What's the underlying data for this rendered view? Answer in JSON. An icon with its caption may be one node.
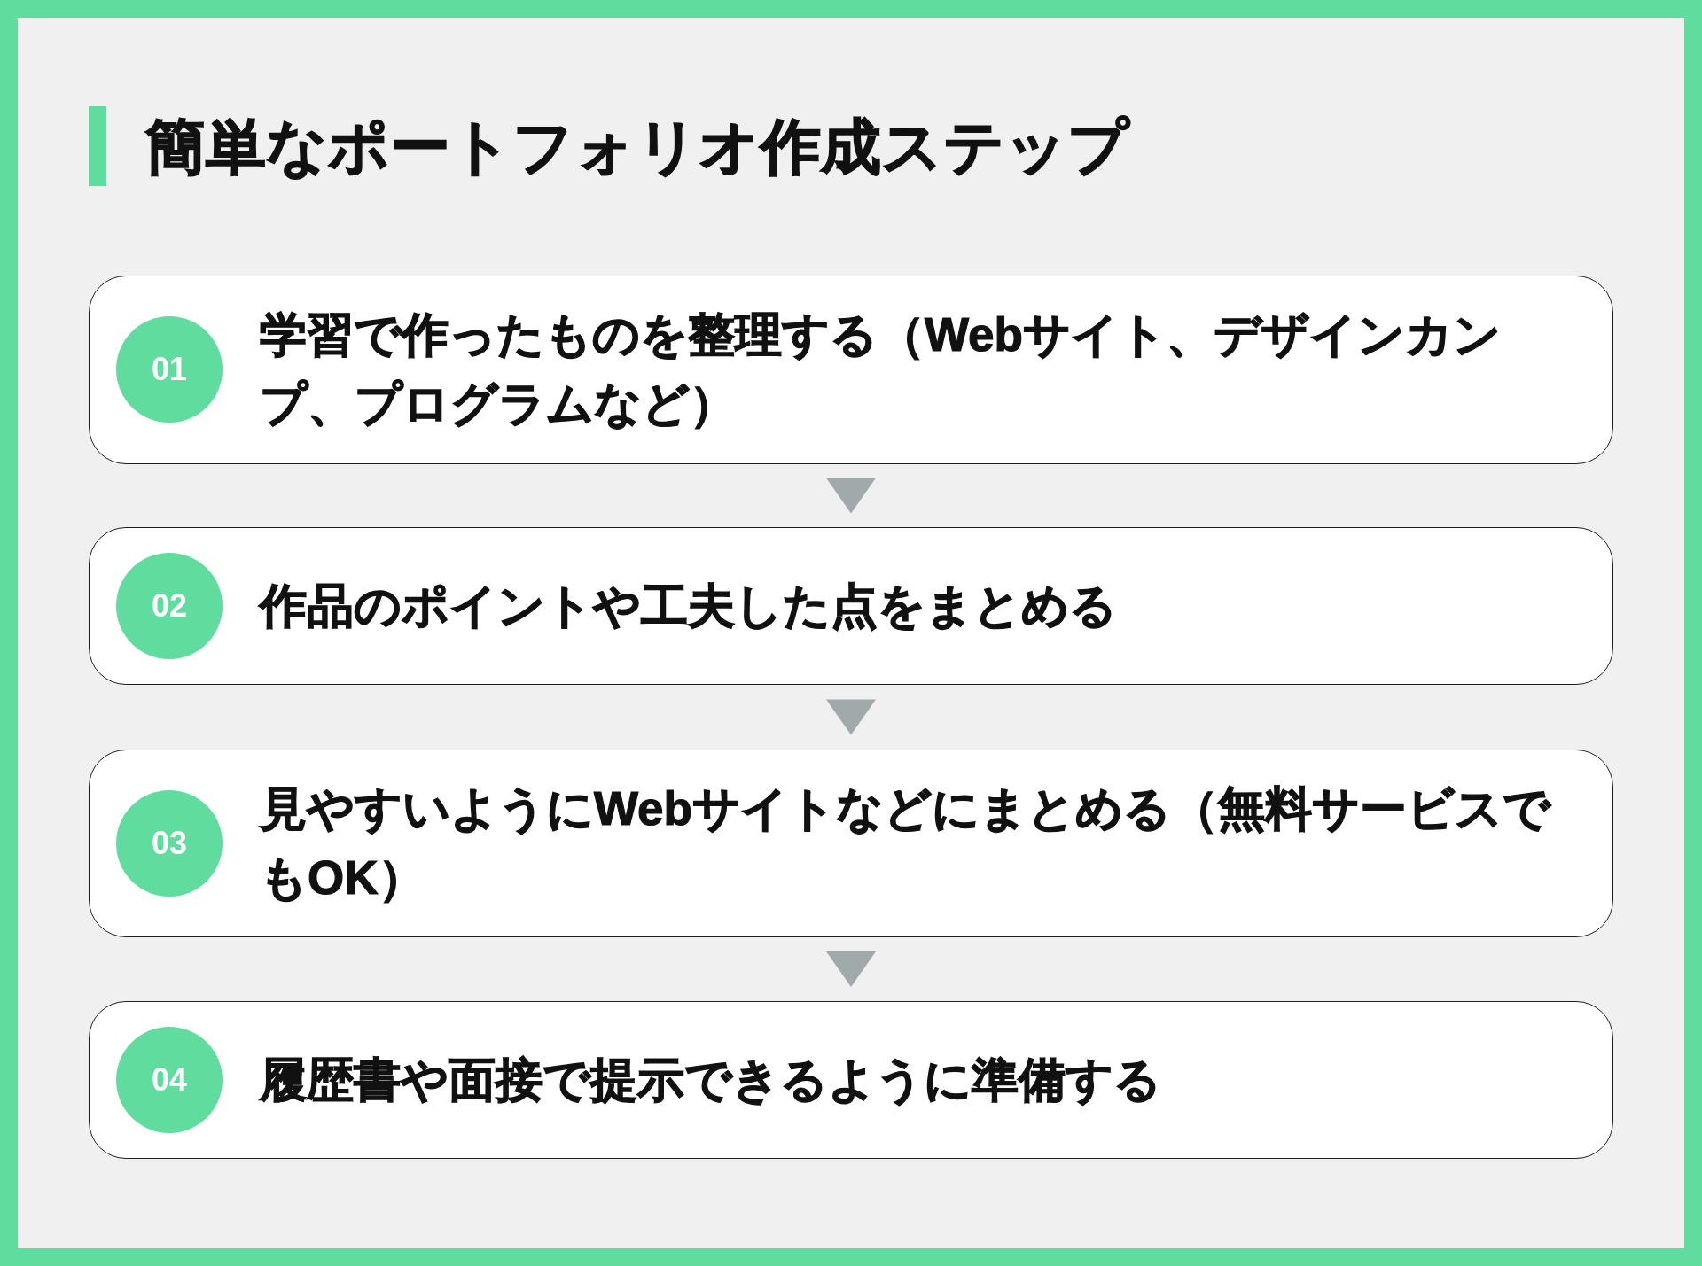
{
  "diagram": {
    "title": "簡単なポートフォリオ作成ステップ",
    "nodes": [
      {
        "text": [
          "学習で作ったものを整理する（Webサイト、デザインカンプ、プログラムなど）"
        ]
      },
      {
        "text": [
          "01"
        ],
        "in": 0
      },
      {
        "text": [
          "作品のポイントや工夫した点をまとめる"
        ]
      },
      {
        "text": [
          "02"
        ],
        "in": 2
      },
      {
        "text": [
          "見やすいようにWebサイトなどにまとめる（無料サービスでもOK）"
        ]
      },
      {
        "text": [
          "03"
        ],
        "in": 4
      },
      {
        "text": [
          "履歴書や面接で提示できるように準備する"
        ]
      },
      {
        "text": [
          "04"
        ],
        "in": 6
      }
    ],
    "edges": [
      {
        "from": 0,
        "to": 2,
        "arrow": "to"
      },
      {
        "from": 2,
        "to": 4,
        "arrow": "to"
      },
      {
        "from": 4,
        "to": 6,
        "arrow": "to"
      }
    ]
  }
}
